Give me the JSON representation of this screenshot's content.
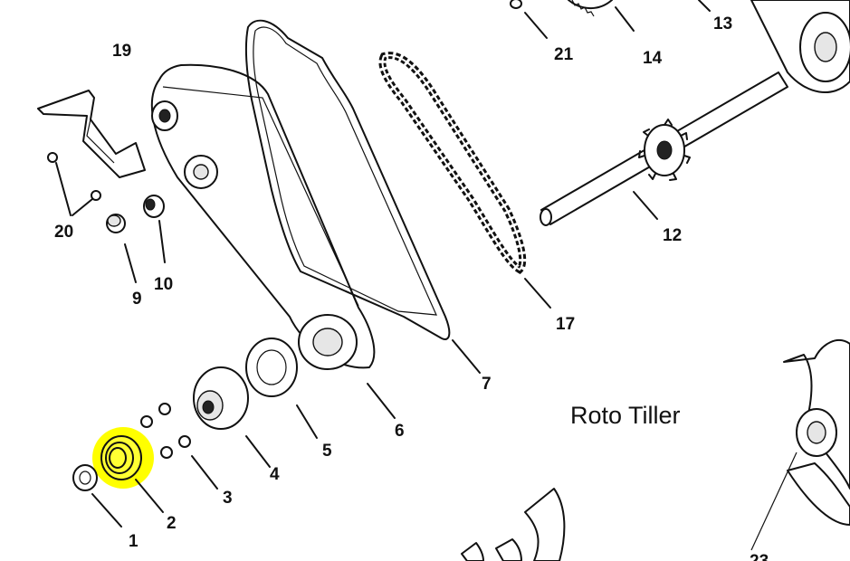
{
  "diagram": {
    "title": "Roto Tiller",
    "highlight_color": "#ffff00",
    "highlighted_part": "2",
    "callouts": [
      "1",
      "2",
      "3",
      "4",
      "5",
      "6",
      "7",
      "9",
      "10",
      "12",
      "13",
      "14",
      "17",
      "19",
      "20",
      "21",
      "23"
    ]
  }
}
